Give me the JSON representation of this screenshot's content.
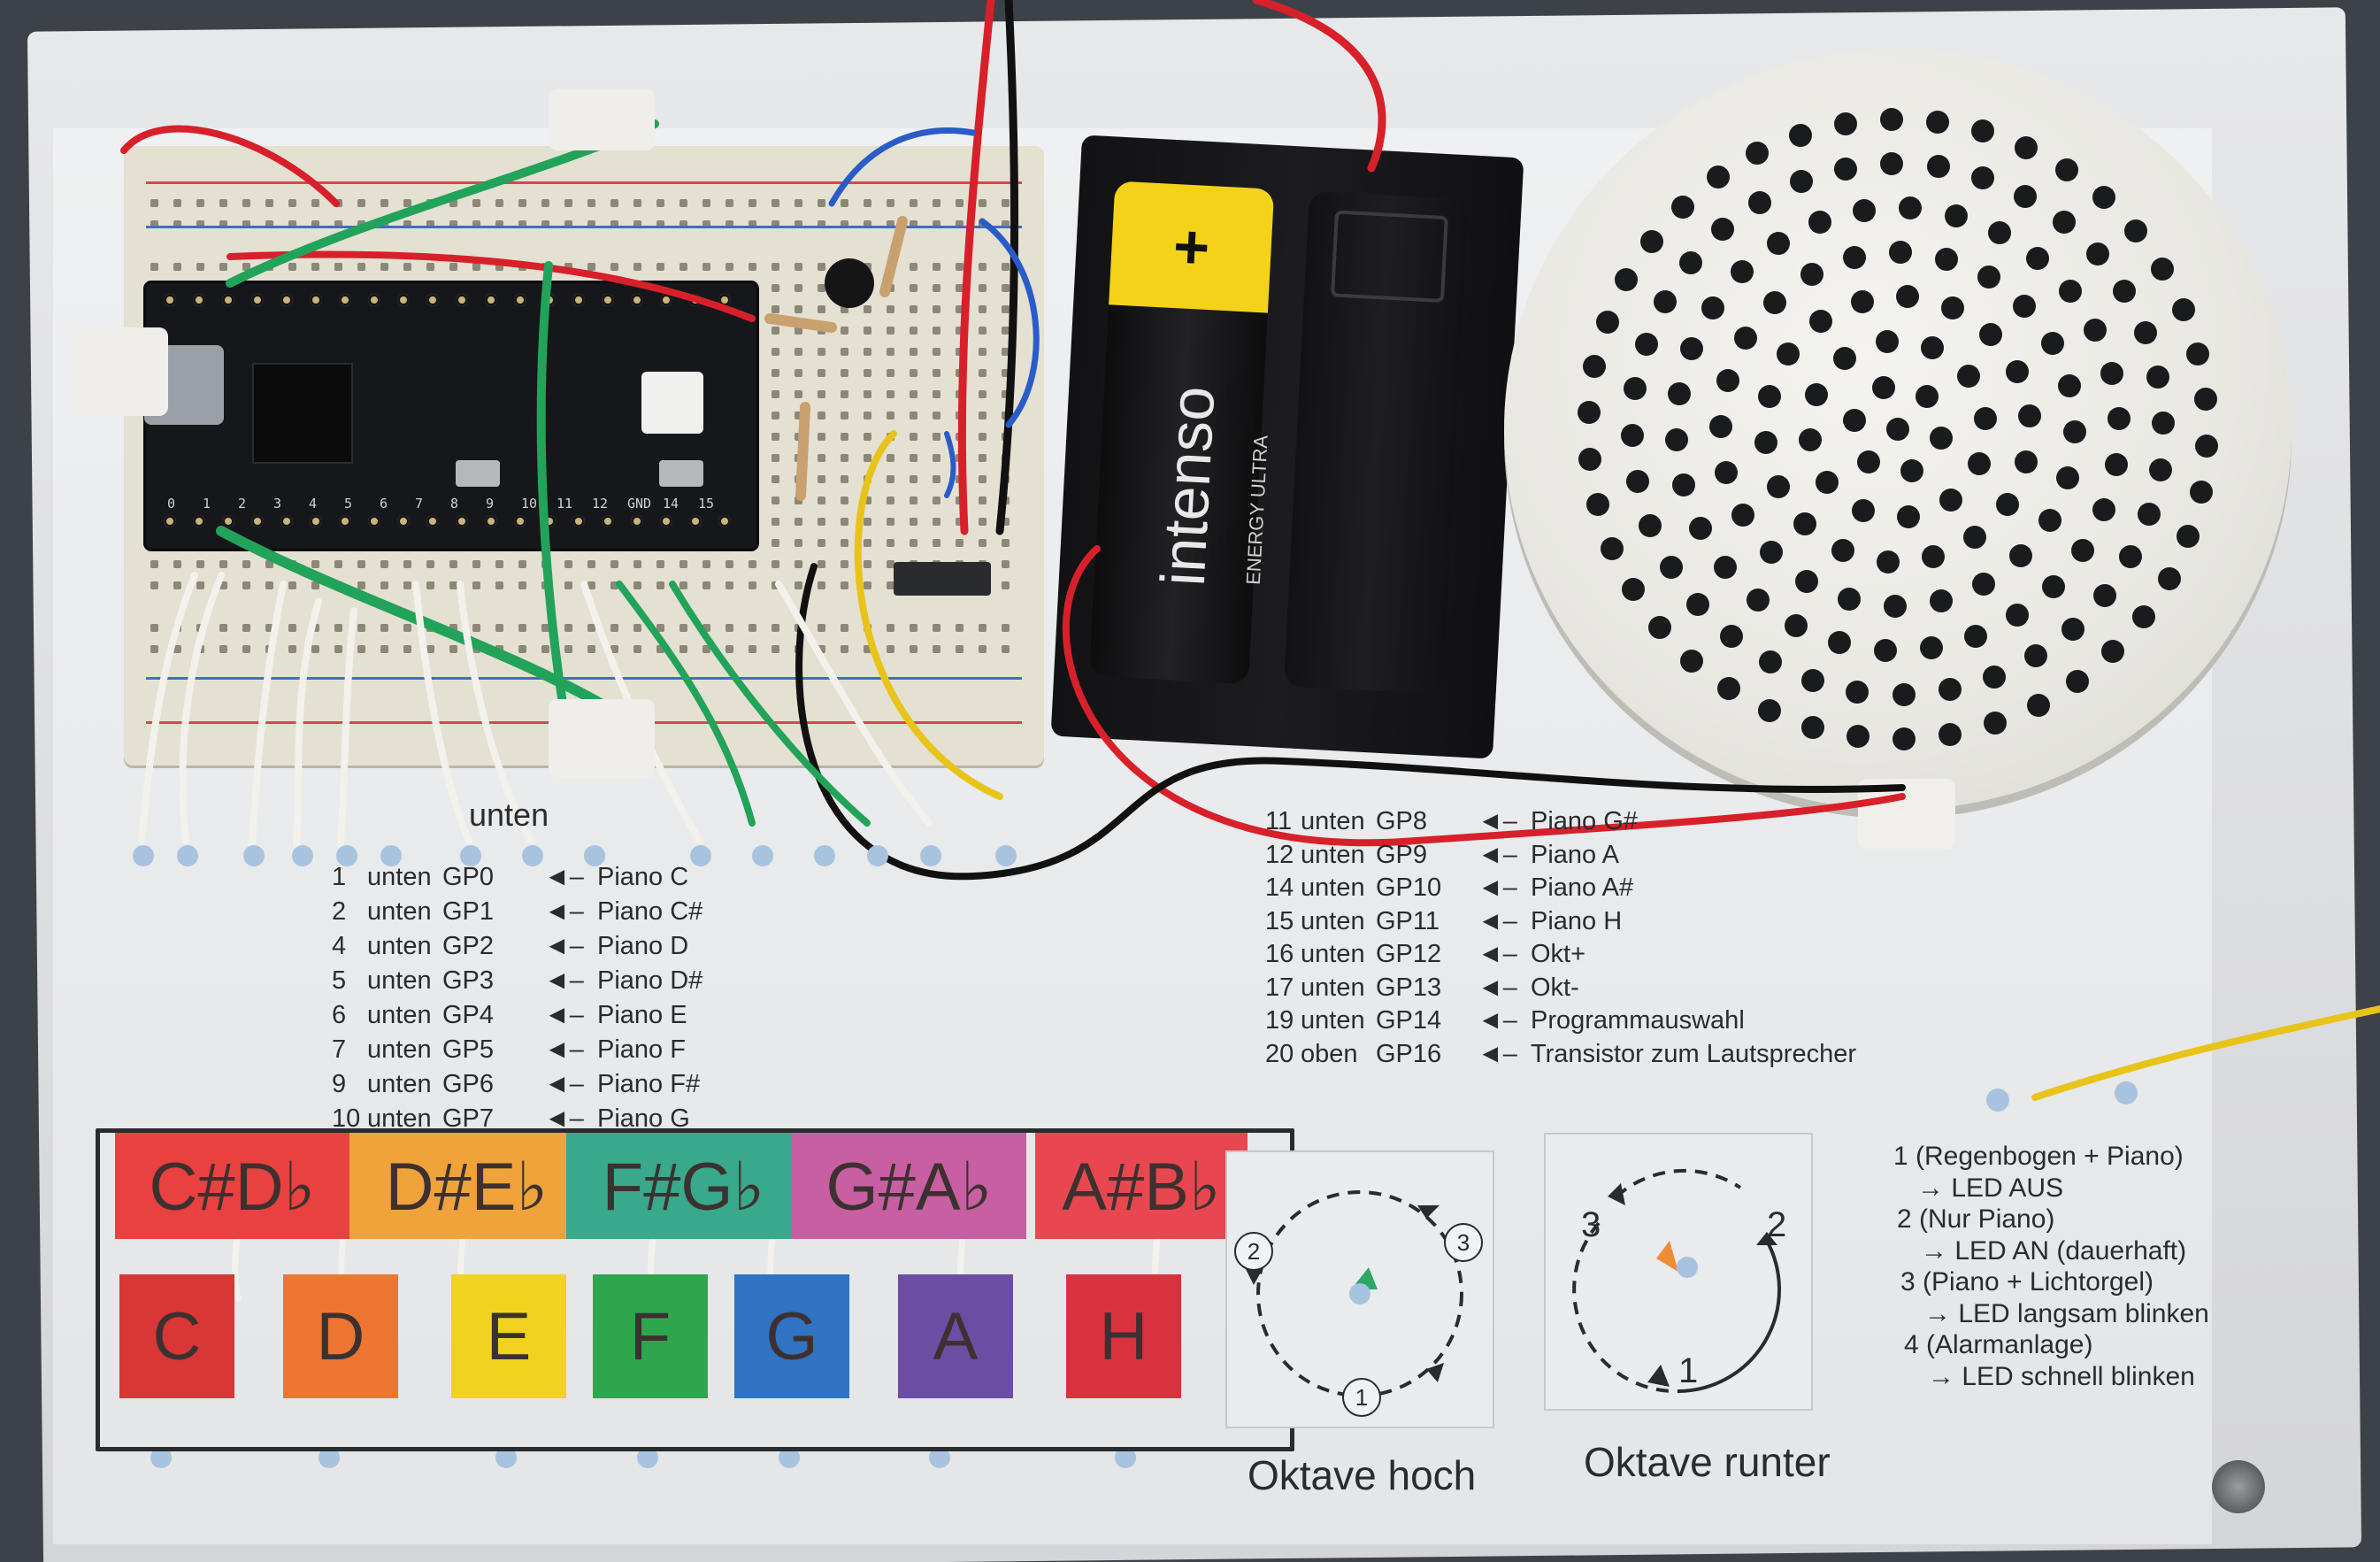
{
  "speaker_label": "",
  "breadboard": {
    "unten_label": "unten"
  },
  "battery": {
    "brand": "intenso",
    "line": "ENERGY ULTRA",
    "plus": "+"
  },
  "pin_map_left": [
    {
      "num": "1",
      "pos": "unten",
      "gp": "GP0",
      "fn": "Piano C"
    },
    {
      "num": "2",
      "pos": "unten",
      "gp": "GP1",
      "fn": "Piano C#"
    },
    {
      "num": "4",
      "pos": "unten",
      "gp": "GP2",
      "fn": "Piano D"
    },
    {
      "num": "5",
      "pos": "unten",
      "gp": "GP3",
      "fn": "Piano D#"
    },
    {
      "num": "6",
      "pos": "unten",
      "gp": "GP4",
      "fn": "Piano E"
    },
    {
      "num": "7",
      "pos": "unten",
      "gp": "GP5",
      "fn": "Piano F"
    },
    {
      "num": "9",
      "pos": "unten",
      "gp": "GP6",
      "fn": "Piano F#"
    },
    {
      "num": "10",
      "pos": "unten",
      "gp": "GP7",
      "fn": "Piano G"
    }
  ],
  "pin_map_right": [
    {
      "num": "11",
      "pos": "unten",
      "gp": "GP8",
      "fn": "Piano G#"
    },
    {
      "num": "12",
      "pos": "unten",
      "gp": "GP9",
      "fn": "Piano A"
    },
    {
      "num": "14",
      "pos": "unten",
      "gp": "GP10",
      "fn": "Piano A#"
    },
    {
      "num": "15",
      "pos": "unten",
      "gp": "GP11",
      "fn": "Piano H"
    },
    {
      "num": "16",
      "pos": "unten",
      "gp": "GP12",
      "fn": "Okt+"
    },
    {
      "num": "17",
      "pos": "unten",
      "gp": "GP13",
      "fn": "Okt-"
    },
    {
      "num": "19",
      "pos": "unten",
      "gp": "GP14",
      "fn": "Programmauswahl"
    },
    {
      "num": "20",
      "pos": "oben",
      "gp": "GP16",
      "fn": "Transistor zum Lautsprecher"
    }
  ],
  "arrow_glyph": "◄–",
  "black_keys": [
    {
      "label": "C#D♭",
      "color": "#e8413f"
    },
    {
      "label": "D#E♭",
      "color": "#f0a33a"
    },
    {
      "label": "F#G♭",
      "color": "#38a98a"
    },
    {
      "label": "G#A♭",
      "color": "#c85fa2"
    },
    {
      "label": "A#B♭",
      "color": "#e8474f"
    }
  ],
  "white_keys": [
    {
      "label": "C",
      "color": "#d93636"
    },
    {
      "label": "D",
      "color": "#ec7631"
    },
    {
      "label": "E",
      "color": "#f1d21e"
    },
    {
      "label": "F",
      "color": "#2fa64d"
    },
    {
      "label": "G",
      "color": "#2f73c2"
    },
    {
      "label": "A",
      "color": "#6b4ea3"
    },
    {
      "label": "H",
      "color": "#d9323f"
    }
  ],
  "octave_up": {
    "label": "Oktave hoch",
    "nodes": [
      "1",
      "2",
      "3"
    ]
  },
  "octave_down": {
    "label": "Oktave runter",
    "nodes": [
      "1",
      "2",
      "3"
    ]
  },
  "modes": [
    "1 (Regenbogen + Piano)",
    "→ LED AUS",
    "2 (Nur Piano)",
    "→ LED AN (dauerhaft)",
    "3 (Piano + Lichtorgel)",
    "→ LED langsam blinken",
    "4 (Alarmanlage)",
    "→ LED schnell blinken"
  ],
  "pico_pin_labels": [
    "0",
    "1",
    "2",
    "3",
    "4",
    "5",
    "6",
    "7",
    "8",
    "9",
    "10",
    "11",
    "12",
    "GND",
    "14",
    "15"
  ],
  "colors": {
    "wire_red": "#d8202a",
    "wire_black": "#111111",
    "wire_green": "#21a35a",
    "wire_white": "#f3f1ec",
    "wire_yellow": "#e8c41a",
    "wire_blue": "#2a5cc9",
    "battery_yellow": "#f4d21a"
  }
}
